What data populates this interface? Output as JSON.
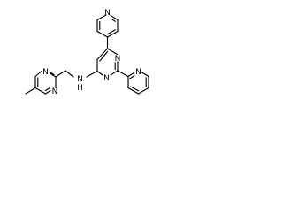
{
  "molecule": {
    "atom_labels": {
      "pyridyl_top_n": "N",
      "pyrimidine_n_right": "N",
      "pyrimidine_n_left": "N",
      "pyridin2yl_n": "N",
      "amine_nh": "N",
      "amine_h": "H",
      "methylpyrimidine_n_upper": "N",
      "methylpyrimidine_n_lower": "N"
    }
  }
}
